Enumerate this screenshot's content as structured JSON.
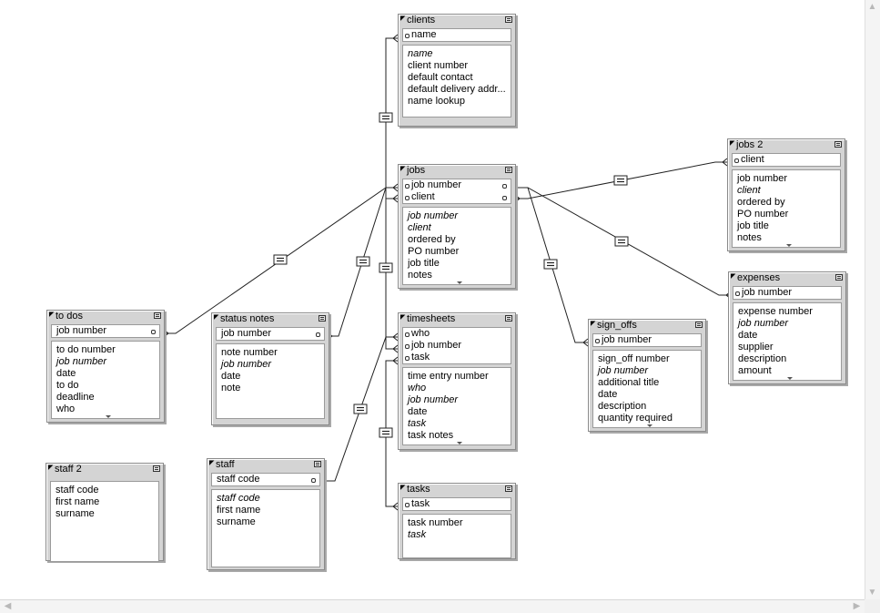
{
  "tables": {
    "clients": {
      "name": "clients",
      "keys": [
        {
          "label": "name",
          "italic": false,
          "right": false
        }
      ],
      "fields": [
        {
          "label": "name",
          "italic": true
        },
        {
          "label": "client number",
          "italic": false
        },
        {
          "label": "default contact",
          "italic": false
        },
        {
          "label": "default delivery addr...",
          "italic": false
        },
        {
          "label": "name lookup",
          "italic": false
        }
      ]
    },
    "jobs": {
      "name": "jobs",
      "keys": [
        {
          "label": "job number",
          "italic": false,
          "right": true
        },
        {
          "label": "client",
          "italic": false,
          "right": true
        }
      ],
      "fields": [
        {
          "label": "job number",
          "italic": true
        },
        {
          "label": "client",
          "italic": true
        },
        {
          "label": "ordered by",
          "italic": false
        },
        {
          "label": "PO number",
          "italic": false
        },
        {
          "label": "job title",
          "italic": false
        },
        {
          "label": "notes",
          "italic": false
        }
      ]
    },
    "jobs2": {
      "name": "jobs 2",
      "keys": [
        {
          "label": "client",
          "italic": false,
          "right": false
        }
      ],
      "fields": [
        {
          "label": "job number",
          "italic": false
        },
        {
          "label": "client",
          "italic": true
        },
        {
          "label": "ordered by",
          "italic": false
        },
        {
          "label": "PO number",
          "italic": false
        },
        {
          "label": "job title",
          "italic": false
        },
        {
          "label": "notes",
          "italic": false
        }
      ]
    },
    "expenses": {
      "name": "expenses",
      "keys": [
        {
          "label": "job number",
          "italic": false,
          "right": false
        }
      ],
      "fields": [
        {
          "label": "expense number",
          "italic": false
        },
        {
          "label": "job number",
          "italic": true
        },
        {
          "label": "date",
          "italic": false
        },
        {
          "label": "supplier",
          "italic": false
        },
        {
          "label": "description",
          "italic": false
        },
        {
          "label": "amount",
          "italic": false
        }
      ]
    },
    "todos": {
      "name": "to dos",
      "keys": [
        {
          "label": "job number",
          "italic": false,
          "right": true
        }
      ],
      "fields": [
        {
          "label": "to do number",
          "italic": false
        },
        {
          "label": "job number",
          "italic": true
        },
        {
          "label": "date",
          "italic": false
        },
        {
          "label": "to do",
          "italic": false
        },
        {
          "label": "deadline",
          "italic": false
        },
        {
          "label": "who",
          "italic": false
        }
      ]
    },
    "statusnotes": {
      "name": "status notes",
      "keys": [
        {
          "label": "job number",
          "italic": false,
          "right": true
        }
      ],
      "fields": [
        {
          "label": "note number",
          "italic": false
        },
        {
          "label": "job number",
          "italic": true
        },
        {
          "label": "date",
          "italic": false
        },
        {
          "label": "note",
          "italic": false
        }
      ]
    },
    "timesheets": {
      "name": "timesheets",
      "keys": [
        {
          "label": "who",
          "italic": false,
          "right": false
        },
        {
          "label": "job number",
          "italic": false,
          "right": false
        },
        {
          "label": "task",
          "italic": false,
          "right": false
        }
      ],
      "fields": [
        {
          "label": "time entry number",
          "italic": false
        },
        {
          "label": "who",
          "italic": true
        },
        {
          "label": "job number",
          "italic": true
        },
        {
          "label": "date",
          "italic": false
        },
        {
          "label": "task",
          "italic": true
        },
        {
          "label": "task notes",
          "italic": false
        }
      ]
    },
    "signoffs": {
      "name": "sign_offs",
      "keys": [
        {
          "label": "job number",
          "italic": false,
          "right": false
        }
      ],
      "fields": [
        {
          "label": "sign_off number",
          "italic": false
        },
        {
          "label": "job number",
          "italic": true
        },
        {
          "label": "additional title",
          "italic": false
        },
        {
          "label": "date",
          "italic": false
        },
        {
          "label": "description",
          "italic": false
        },
        {
          "label": "quantity required",
          "italic": false
        }
      ]
    },
    "staff2": {
      "name": "staff 2",
      "keys": [],
      "fields": [
        {
          "label": "staff code",
          "italic": false
        },
        {
          "label": "first name",
          "italic": false
        },
        {
          "label": "surname",
          "italic": false
        }
      ]
    },
    "staff": {
      "name": "staff",
      "keys": [
        {
          "label": "staff code",
          "italic": false,
          "right": true
        }
      ],
      "fields": [
        {
          "label": "staff code",
          "italic": true
        },
        {
          "label": "first name",
          "italic": false
        },
        {
          "label": "surname",
          "italic": false
        }
      ]
    },
    "tasks": {
      "name": "tasks",
      "keys": [
        {
          "label": "task",
          "italic": false,
          "right": false
        }
      ],
      "fields": [
        {
          "label": "task number",
          "italic": false
        },
        {
          "label": "task",
          "italic": true
        }
      ]
    }
  },
  "relationships": [
    {
      "from": "jobs.client",
      "to": "clients.name",
      "operator": "="
    },
    {
      "from": "jobs.client",
      "to": "jobs2.client",
      "operator": "="
    },
    {
      "from": "jobs.job number",
      "to": "expenses.job number",
      "operator": "="
    },
    {
      "from": "jobs.job number",
      "to": "sign_offs.job number",
      "operator": "="
    },
    {
      "from": "jobs.job number",
      "to": "to dos.job number",
      "operator": "="
    },
    {
      "from": "jobs.job number",
      "to": "status notes.job number",
      "operator": "="
    },
    {
      "from": "jobs.job number",
      "to": "timesheets.job number",
      "operator": "="
    },
    {
      "from": "staff.staff code",
      "to": "timesheets.who",
      "operator": "="
    },
    {
      "from": "tasks.task",
      "to": "timesheets.task",
      "operator": "="
    }
  ],
  "icons": {
    "table_corner": "table-corner-icon",
    "collapse": "collapse-toggle-icon",
    "key": "key-field-icon"
  }
}
